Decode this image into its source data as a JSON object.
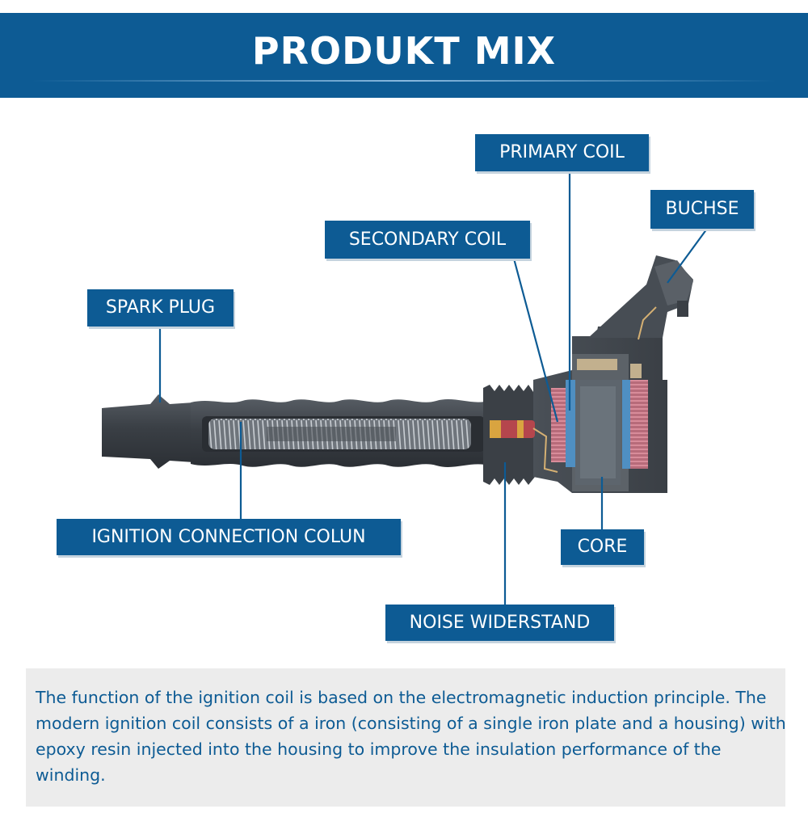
{
  "header": {
    "title": "PRODUKT MIX",
    "bg_color": "#0d5b94"
  },
  "labels": {
    "primary_coil": "PRIMARY COIL",
    "buchse": "BUCHSE",
    "secondary_coil": "SECONDARY COIL",
    "spark_plug": "SPARK PLUG",
    "ignition_connection_column": "IGNITION CONNECTION COLUN",
    "core": "CORE",
    "noise_widerstand": "NOISE WIDERSTAND"
  },
  "description": "The function of the ignition coil is based on the electromagnetic induction principle. The modern ignition coil consists of a iron (consisting of a single iron plate and a housing) with epoxy resin injected into the housing to improve the insulation performance of the winding.",
  "colors": {
    "accent": "#0d5b94",
    "text_panel_bg": "#ececec",
    "body_gray": "#3d4248"
  }
}
